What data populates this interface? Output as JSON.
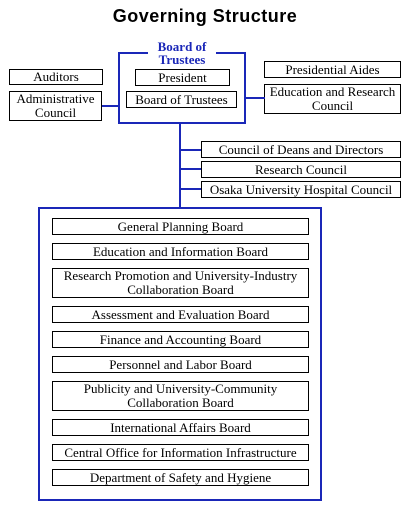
{
  "title": "Governing Structure",
  "colors": {
    "frame": "#1a27b8",
    "box_border": "#000000"
  },
  "board_of_trustees": {
    "label": "Board of Trustees",
    "president": "President",
    "board": "Board of Trustees"
  },
  "left_boxes": [
    "Auditors",
    "Administrative Council"
  ],
  "right_boxes": [
    "Presidential Aides",
    "Education and Research Council"
  ],
  "councils": [
    "Council of Deans and Directors",
    "Research Council",
    "Osaka University Hospital Council"
  ],
  "boards": [
    "General Planning Board",
    "Education and Information Board",
    "Research Promotion and University-Industry Collaboration Board",
    "Assessment and Evaluation Board",
    "Finance and Accounting Board",
    "Personnel and Labor Board",
    "Publicity and University-Community Collaboration Board",
    "International Affairs Board",
    "Central Office for Information Infrastructure",
    "Department of Safety and Hygiene"
  ]
}
